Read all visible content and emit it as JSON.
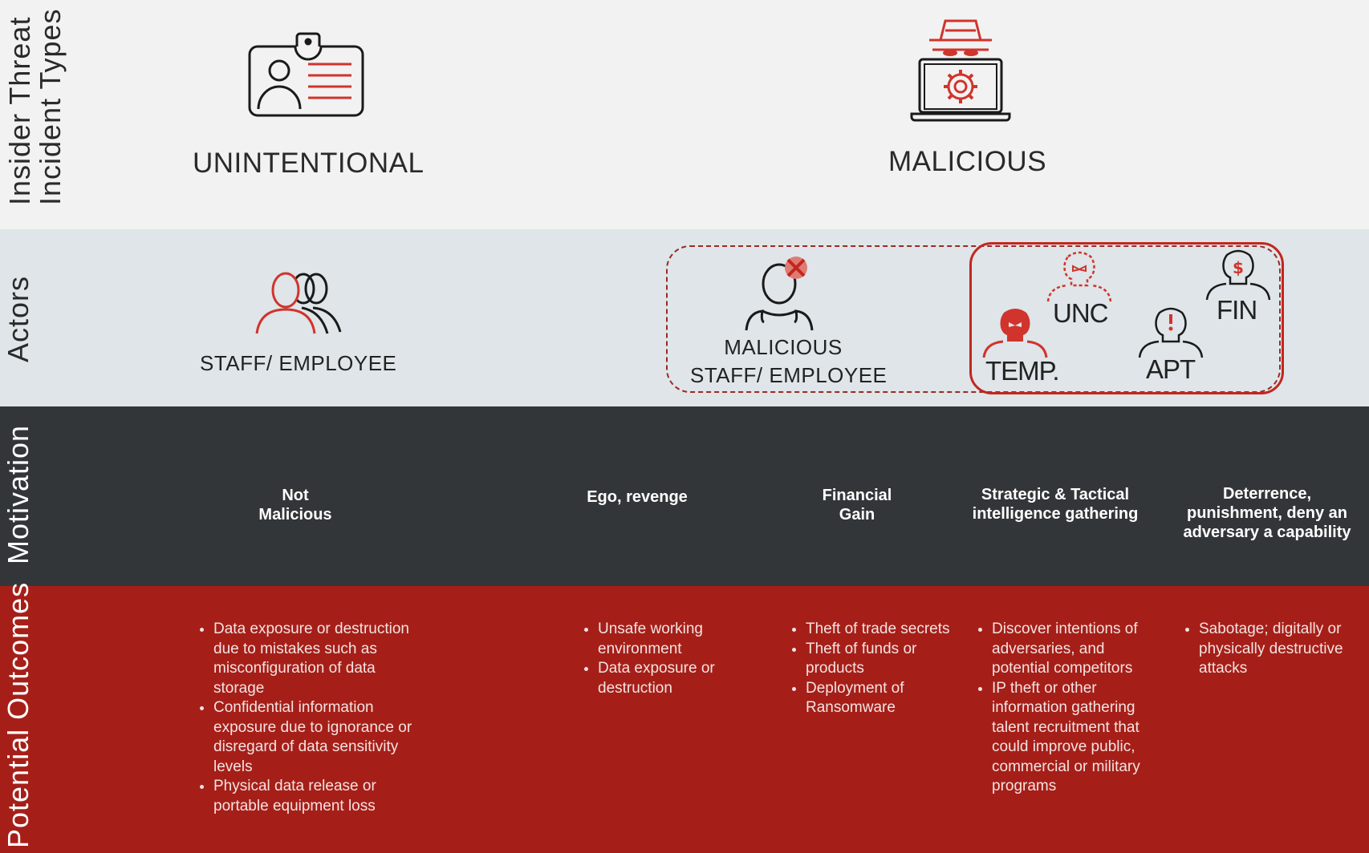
{
  "rows": {
    "types": "Insider Threat Incident Types",
    "types_line1": "Insider Threat",
    "types_line2": "Incident Types",
    "actors": "Actors",
    "motivation": "Motivation",
    "outcomes": "Potential Outcomes"
  },
  "incident_types": {
    "unintentional": "UNINTENTIONAL",
    "malicious": "MALICIOUS"
  },
  "actors": {
    "staff": "STAFF/ EMPLOYEE",
    "malicious_line1": "MALICIOUS",
    "malicious_line2": "STAFF/ EMPLOYEE",
    "groups": {
      "temp": "TEMP.",
      "unc": "UNC",
      "apt": "APT",
      "fin": "FIN"
    }
  },
  "motivations": [
    "Not\nMalicious",
    "Ego, revenge",
    "Financial\nGain",
    "Strategic & Tactical\nintelligence gathering",
    "Deterrence,\npunishment, deny an\nadversary a capability"
  ],
  "outcomes": [
    {
      "items": [
        "Data exposure or destruction due to mistakes such as misconfiguration of data storage",
        "Confidential information exposure due to ignorance or disregard of data sensitivity levels",
        "Physical data release or portable equipment loss"
      ]
    },
    {
      "items": [
        "Unsafe working environment",
        "Data exposure or destruction"
      ]
    },
    {
      "items": [
        "Theft of trade secrets",
        "Theft of funds or products",
        "Deployment of Ransomware"
      ]
    },
    {
      "items": [
        "Discover intentions of adversaries, and potential competitors",
        "IP theft or other information gathering talent recruitment that could improve public, commercial or military programs"
      ]
    },
    {
      "items": [
        "Sabotage; digitally or physically destructive attacks"
      ]
    }
  ],
  "colors": {
    "accent_red": "#d0342c",
    "outcomes_bg": "#a51f18",
    "motivation_bg": "#333638",
    "actors_bg": "#dfe5e8",
    "types_bg": "#f2f2f2"
  }
}
